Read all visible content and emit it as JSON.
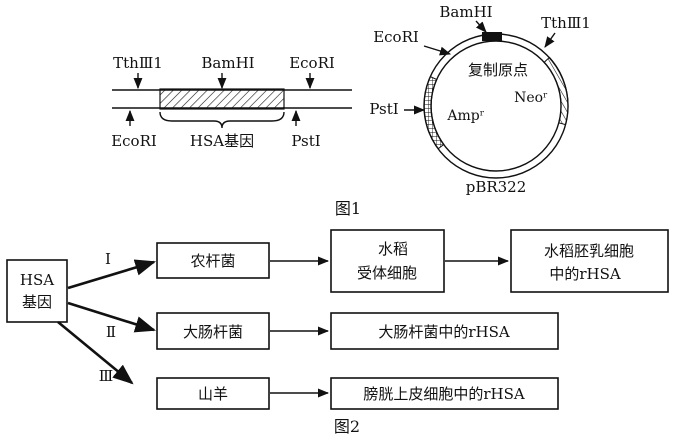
{
  "figure1": {
    "caption": "图1",
    "gene_fragment": {
      "top_sites": [
        "TthⅢ1",
        "BamHⅠ",
        "EcoRⅠ"
      ],
      "bottom_sites": [
        "EcoRⅠ",
        "PstⅠ"
      ],
      "gene_label": "HSA基因"
    },
    "plasmid": {
      "name": "pBR322",
      "sites": [
        "BamHⅠ",
        "EcoRⅠ",
        "TthⅢ1",
        "PstⅠ"
      ],
      "ori_label": "复制原点",
      "neo_label": "Neoʳ",
      "amp_label": "Ampʳ"
    }
  },
  "figure2": {
    "caption": "图2",
    "source_label": [
      "HSA",
      "基因"
    ],
    "routes": [
      {
        "numeral": "Ⅰ",
        "host": "农杆菌",
        "middle": [
          "水稻",
          "受体细胞"
        ],
        "product": [
          "水稻胚乳细胞",
          "中的rHSA"
        ]
      },
      {
        "numeral": "Ⅱ",
        "host": "大肠杆菌",
        "product": [
          "大肠杆菌中的rHSA"
        ]
      },
      {
        "numeral": "Ⅲ",
        "host": "山羊",
        "product": [
          "膀胱上皮细胞中的rHSA"
        ]
      }
    ]
  }
}
